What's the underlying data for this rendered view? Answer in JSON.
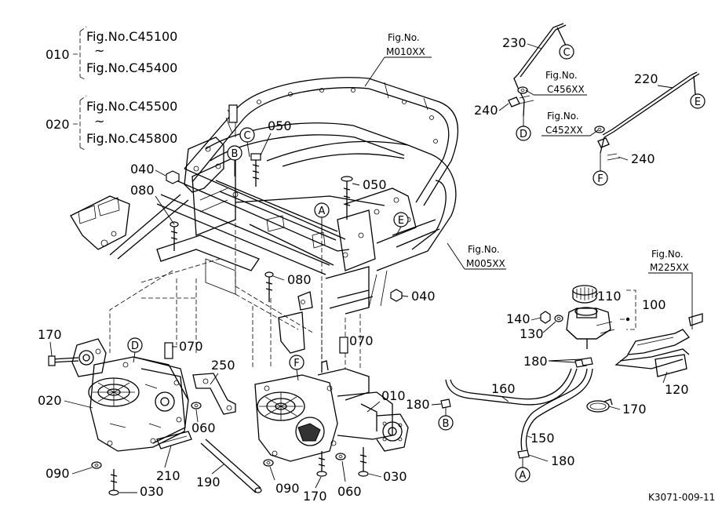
{
  "refs": {
    "r010": {
      "num": "010",
      "fig_a": "Fig.No.C45100",
      "tilde": "~",
      "fig_b": "Fig.No.C45400"
    },
    "r020": {
      "num": "020",
      "fig_a": "Fig.No.C45500",
      "tilde": "~",
      "fig_b": "Fig.No.C45800"
    }
  },
  "fig_refs": {
    "m010": {
      "line1": "Fig.No.",
      "line2": "M010XX"
    },
    "m005": {
      "line1": "Fig.No.",
      "line2": "M005XX"
    },
    "m225": {
      "line1": "Fig.No.",
      "line2": "M225XX"
    },
    "c456": {
      "line1": "Fig.No.",
      "line2": "C456XX"
    },
    "c452": {
      "line1": "Fig.No.",
      "line2": "C452XX"
    }
  },
  "parts": {
    "p010": "010",
    "p020": "020",
    "p030a": "030",
    "p030b": "030",
    "p040a": "040",
    "p040b": "040",
    "p050a": "050",
    "p050b": "050",
    "p060a": "060",
    "p060b": "060",
    "p070a": "070",
    "p070b": "070",
    "p080a": "080",
    "p080b": "080",
    "p090a": "090",
    "p090b": "090",
    "p100": "100",
    "p110": "110",
    "p120": "120",
    "p130": "130",
    "p140": "140",
    "p150": "150",
    "p160": "160",
    "p170a": "170",
    "p170b": "170",
    "p170c": "170",
    "p180a": "180",
    "p180b": "180",
    "p180c": "180",
    "p190": "190",
    "p210": "210",
    "p220": "220",
    "p230": "230",
    "p240a": "240",
    "p240b": "240",
    "p250": "250"
  },
  "callouts": {
    "A": "A",
    "B": "B",
    "C": "C",
    "D": "D",
    "E": "E",
    "F": "F"
  },
  "drawing_code": "K3071-009-11"
}
